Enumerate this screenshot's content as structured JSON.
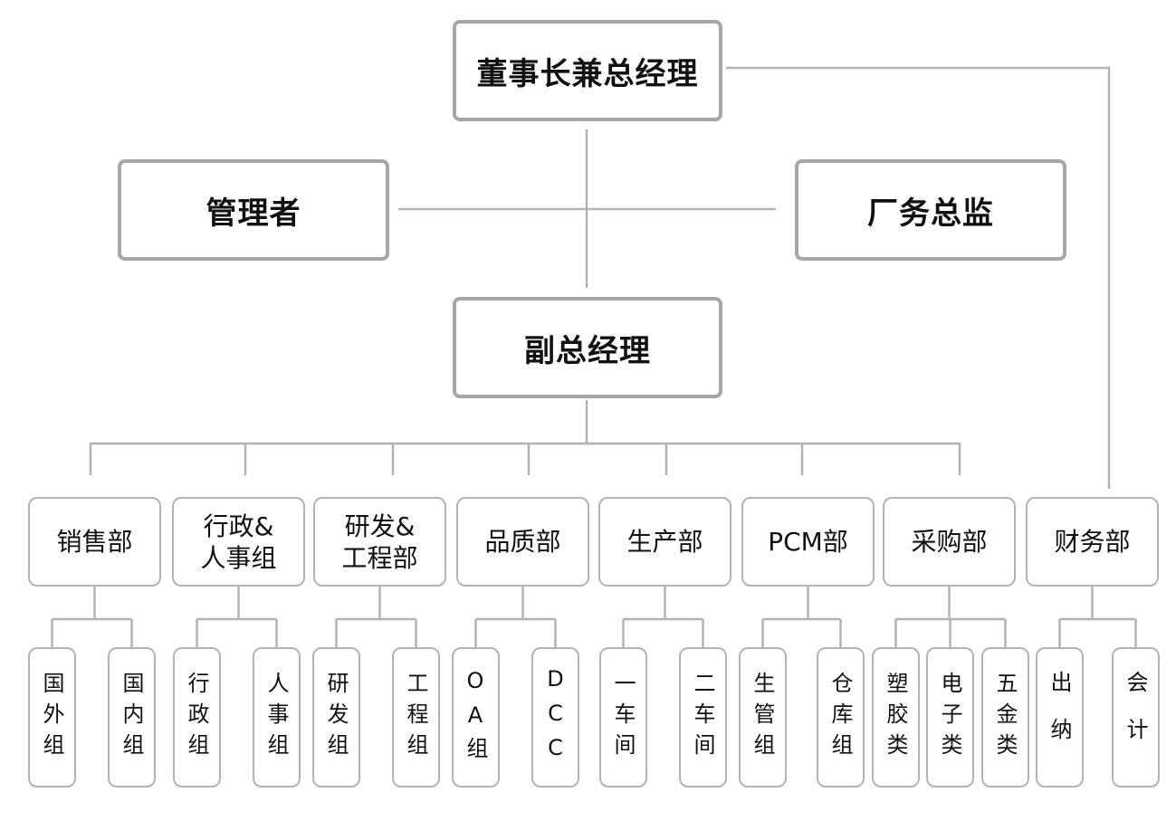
{
  "top": {
    "chairman": "董事长兼总经理",
    "manager": "管理者",
    "factory_director": "厂务总监",
    "vice_gm": "副总经理"
  },
  "departments": [
    {
      "label": "销售部",
      "subs": [
        "国外组",
        "国内组"
      ]
    },
    {
      "label": "行政&\n人事组",
      "subs": [
        "行政组",
        "人事组"
      ]
    },
    {
      "label": "研发&\n工程部",
      "subs": [
        "研发组",
        "工程组"
      ]
    },
    {
      "label": "品质部",
      "subs": [
        "OA组",
        "DCC"
      ]
    },
    {
      "label": "生产部",
      "subs": [
        "一车间",
        "二车间"
      ]
    },
    {
      "label": "PCM部",
      "subs": [
        "生管组",
        "仓库组"
      ]
    },
    {
      "label": "采购部",
      "subs": [
        "塑胶类",
        "电子类",
        "五金类"
      ]
    },
    {
      "label": "财务部",
      "subs": [
        "出纳",
        "会计"
      ]
    }
  ]
}
